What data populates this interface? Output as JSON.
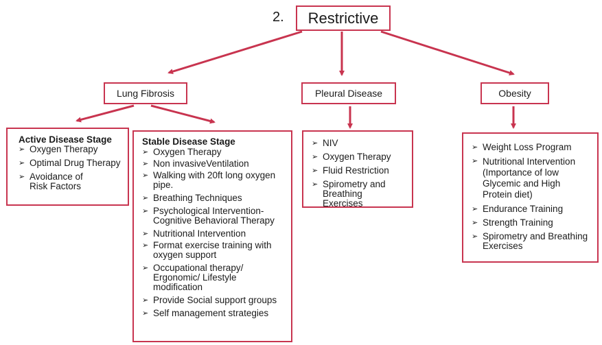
{
  "title": {
    "number": "2.",
    "label": "Restrictive"
  },
  "categories": {
    "lung_fibrosis": "Lung Fibrosis",
    "pleural_disease": "Pleural Disease",
    "obesity": "Obesity"
  },
  "active": {
    "heading": "Active Disease Stage",
    "items": [
      "Oxygen Therapy",
      "Optimal Drug Therapy",
      "Avoidance of Risk Factors"
    ]
  },
  "stable": {
    "heading": "Stable Disease Stage",
    "items": [
      "Oxygen Therapy",
      "Non invasiveVentilation",
      "Walking with 20ft long oxygen pipe.",
      "Breathing Techniques",
      "Psychological Intervention- Cognitive Behavioral Therapy",
      "Nutritional Intervention",
      "Format exercise training with oxygen support",
      "Occupational therapy/ Ergonomic/ Lifestyle modification",
      "Provide Social support groups",
      "Self management strategies"
    ]
  },
  "pleural": {
    "items": [
      "NIV",
      "Oxygen Therapy",
      "Fluid Restriction",
      "Spirometry and Breathing Exercises"
    ]
  },
  "obesity": {
    "items": [
      "Weight Loss Program",
      "Nutritional Intervention (Importance of low Glycemic and High Protein diet)",
      "Endurance Training",
      "Strength Training",
      "Spirometry and Breathing Exercises"
    ]
  },
  "bullet_glyph": "➢",
  "colors": {
    "accent": "#c8344f"
  }
}
